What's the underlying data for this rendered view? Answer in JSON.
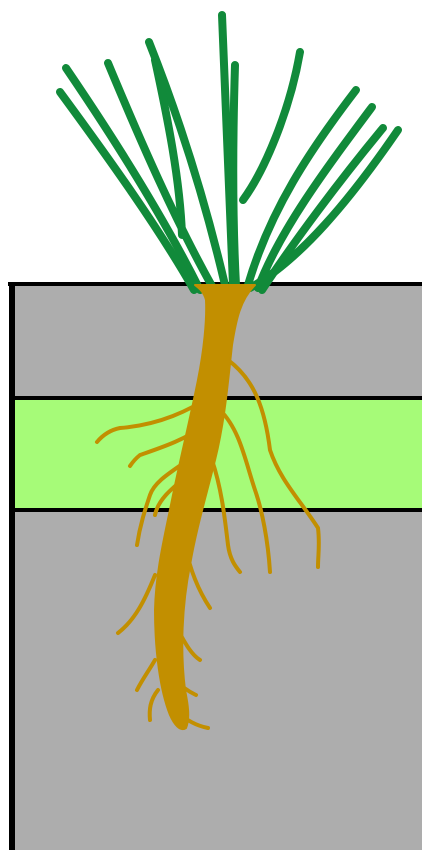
{
  "colors": {
    "background": "#ffffff",
    "soil": "#adadad",
    "nutrient_layer": "#a6fb78",
    "border": "#000000",
    "leaves": "#118a3a",
    "root": "#c28f00"
  },
  "layers": [
    {
      "name": "upper-soil",
      "color": "#adadad"
    },
    {
      "name": "nutrient-layer",
      "color": "#a6fb78"
    },
    {
      "name": "lower-soil",
      "color": "#adadad"
    }
  ],
  "plant": {
    "leaf_count": 12,
    "root_type": "taproot"
  }
}
